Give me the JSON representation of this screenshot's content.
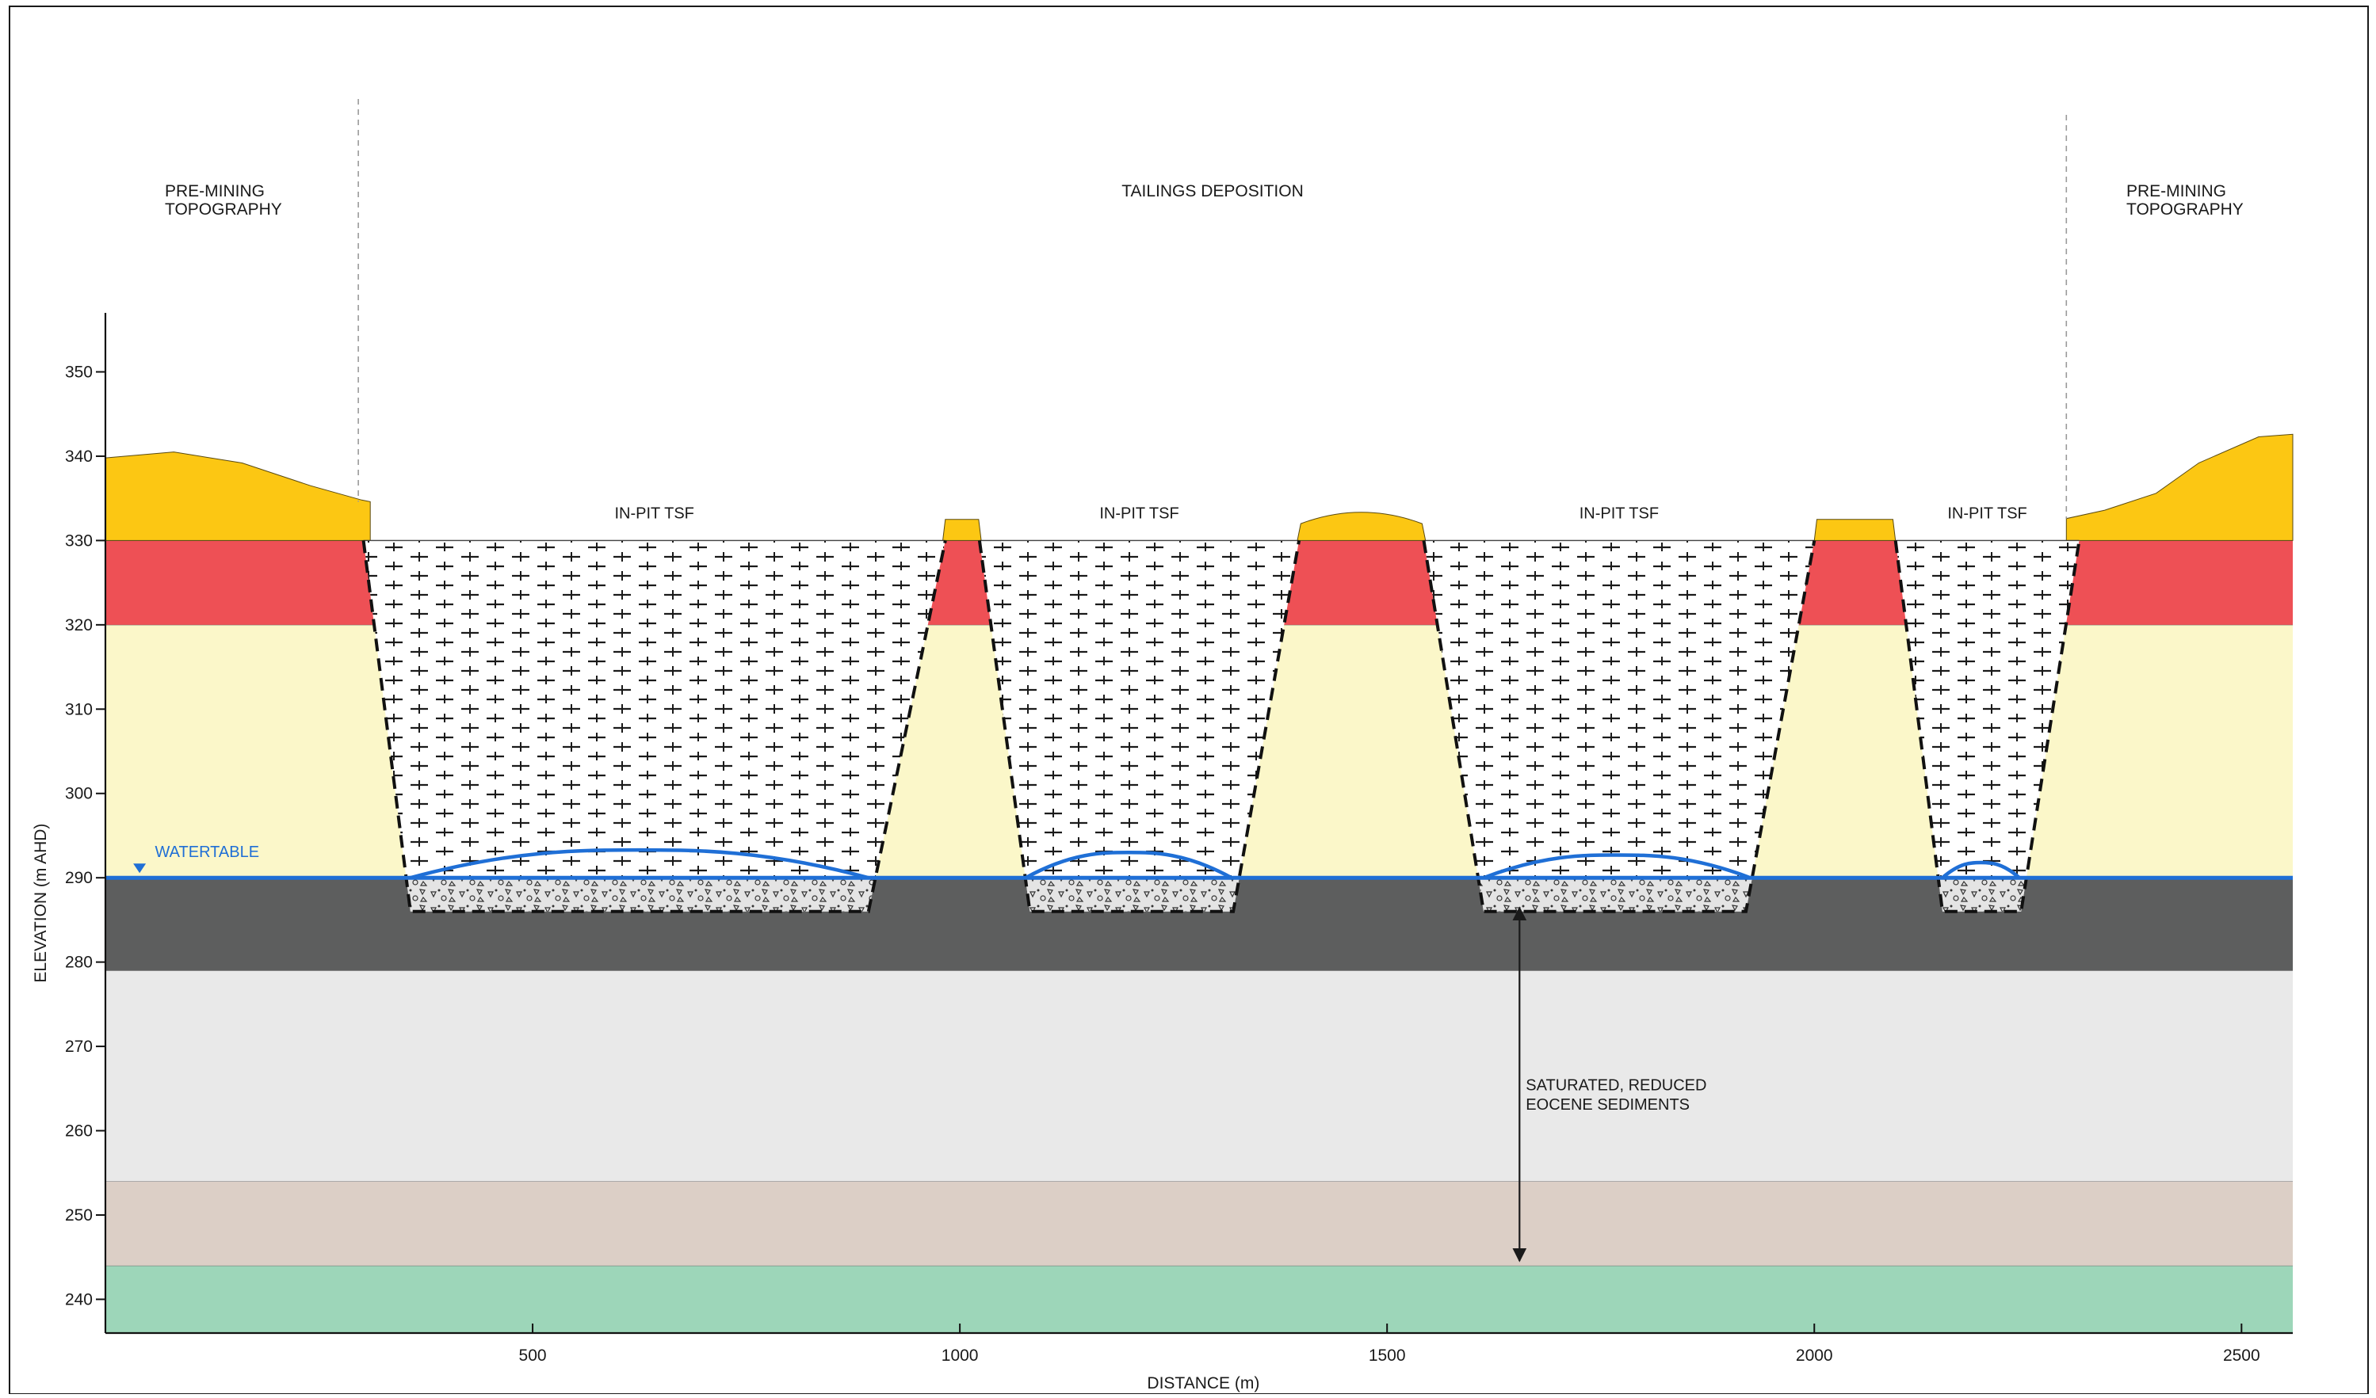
{
  "regions": {
    "left_premining": [
      "PRE-MINING",
      "TOPOGRAPHY"
    ],
    "center_deposition": "TAILINGS DEPOSITION",
    "right_premining": [
      "PRE-MINING",
      "TOPOGRAPHY"
    ]
  },
  "pit_label": "IN-PIT TSF",
  "watertable_label": "WATERTABLE",
  "annotation": [
    "SATURATED, REDUCED",
    "EOCENE SEDIMENTS"
  ],
  "axes": {
    "x_title": "DISTANCE (m)",
    "y_title": "ELEVATION (m AHD)",
    "x_ticks": [
      500,
      1000,
      1500,
      2000,
      2500
    ],
    "y_ticks": [
      240,
      250,
      260,
      270,
      280,
      290,
      300,
      310,
      320,
      330,
      340,
      350
    ],
    "x_range": [
      0,
      2560
    ],
    "y_range": [
      236,
      357
    ]
  },
  "chart_data": {
    "type": "cross-section",
    "xlabel": "DISTANCE (m)",
    "ylabel": "ELEVATION (m AHD)",
    "xlim": [
      0,
      2560
    ],
    "ylim": [
      236,
      357
    ],
    "watertable_elevation": 290,
    "layers": [
      {
        "color": "#9dd6b9",
        "top": 244,
        "bottom": 236
      },
      {
        "color": "#dccfc6",
        "top": 254,
        "bottom": 244
      },
      {
        "color": "#e9e9e9",
        "top": 279,
        "bottom": 254
      },
      {
        "color": "#5d5e5e",
        "top": 290,
        "bottom": 279
      },
      {
        "color": "#fbf7c9",
        "top": 320,
        "bottom": 290
      },
      {
        "color": "#ee5055",
        "top": 330,
        "bottom": 320
      }
    ],
    "topsoil_color": "#fcc713",
    "topography_left": [
      [
        0,
        339.8
      ],
      [
        80,
        340.5
      ],
      [
        160,
        339.2
      ],
      [
        240,
        336.5
      ],
      [
        300,
        334.8
      ],
      [
        310,
        334.6
      ]
    ],
    "topography_right": [
      [
        2295,
        332.6
      ],
      [
        2340,
        333.6
      ],
      [
        2400,
        335.6
      ],
      [
        2450,
        339.2
      ],
      [
        2520,
        342.3
      ],
      [
        2560,
        342.6
      ]
    ],
    "ridges": [
      {
        "x_top": [
          980,
          1025
        ],
        "top": 332.5
      },
      {
        "x_top": [
          1395,
          1545
        ],
        "top": 333.5,
        "rounded": true
      },
      {
        "x_top": [
          2000,
          2095
        ],
        "top": 332.5
      }
    ],
    "pits": [
      {
        "top_x": [
          302,
          983
        ],
        "bottom_x": [
          357,
          893
        ],
        "top": 330,
        "bottom": 286,
        "mound_x": [
          357,
          893
        ],
        "mound_peak": 293.3
      },
      {
        "top_x": [
          1023,
          1397
        ],
        "bottom_x": [
          1082,
          1320
        ],
        "top": 330,
        "bottom": 286,
        "mound_x": [
          1077,
          1318
        ],
        "mound_peak": 293
      },
      {
        "top_x": [
          1543,
          2000
        ],
        "bottom_x": [
          1613,
          1920
        ],
        "top": 330,
        "bottom": 286,
        "mound_x": [
          1613,
          1925
        ],
        "mound_peak": 292.7
      },
      {
        "top_x": [
          2095,
          2310
        ],
        "bottom_x": [
          2150,
          2242
        ],
        "top": 330,
        "bottom": 286,
        "mound_x": [
          2150,
          2240
        ],
        "mound_peak": 291.8
      }
    ],
    "dividers_x": [
      296,
      2295
    ],
    "arrow": {
      "x": 1655,
      "from": 287,
      "to": 244
    }
  }
}
